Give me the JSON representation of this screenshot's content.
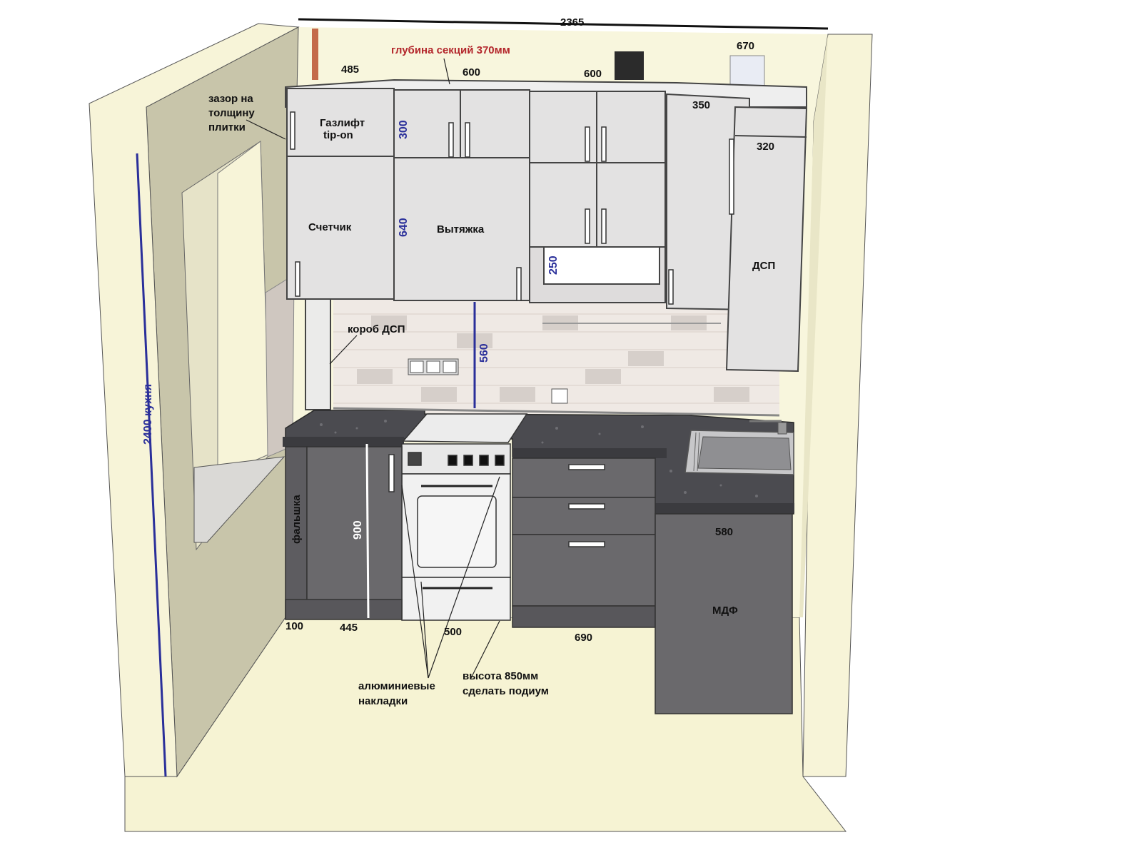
{
  "labels": {
    "depth_note": "глубина секций 370мм",
    "tile_gap": [
      "зазор на",
      "толщину",
      "плитки"
    ],
    "gaslift": [
      "Газлифт",
      "tip-on"
    ],
    "meter": "Счетчик",
    "hood": "Вытяжка",
    "box_chipboard": "короб ДСП",
    "chipboard": "ДСП",
    "false_panel": "фальшка",
    "mdf": "МДФ",
    "aluminium": [
      "алюминиевые",
      "накладки"
    ],
    "height_podium": [
      "высота 850мм",
      "сделать подиум"
    ]
  },
  "dimensions": {
    "total_width": "2365",
    "kitchen_height": "2400 кухня",
    "w_485": "485",
    "w_600_a": "600",
    "w_600_b": "600",
    "w_670": "670",
    "w_350": "350",
    "w_320": "320",
    "h_300": "300",
    "h_640": "640",
    "h_250": "250",
    "h_560": "560",
    "h_900": "900",
    "b_100": "100",
    "b_445": "445",
    "b_500": "500",
    "b_690": "690",
    "b_580": "580"
  },
  "colors": {
    "wall": "#f6f3d3",
    "wall_shadow": "#c6c3a7",
    "cabinet": "#e3e2e2",
    "countertop": "#4a4a4e",
    "lower_cabinet": "#6a696c",
    "dim_blue": "#2a2f9a",
    "dim_red": "#b3262b"
  }
}
